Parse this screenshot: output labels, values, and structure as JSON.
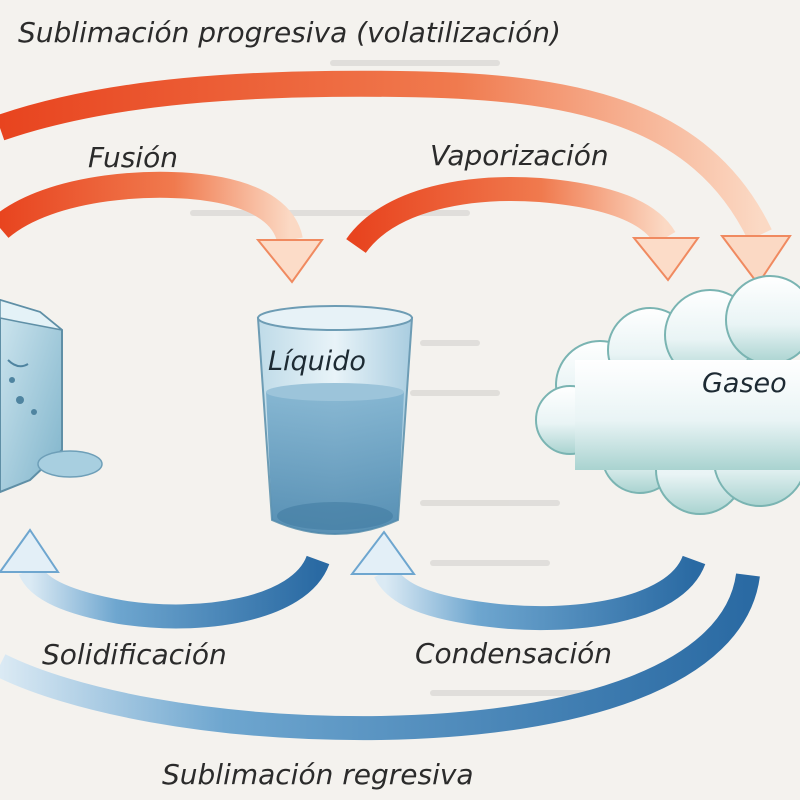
{
  "labels": {
    "sublimation_progressive": "Sublimación progresiva (volatilización)",
    "fusion": "Fusión",
    "vaporization": "Vaporización",
    "liquid": "Líquido",
    "gaseous": "Gaseo",
    "solidification": "Solidificación",
    "condensation": "Condensación",
    "sublimation_regressive": "Sublimación regresiva"
  },
  "colors": {
    "heating_arrow": "#e8502a",
    "cooling_arrow": "#2f6fa8",
    "water": "#5a93b8",
    "ice": "#b9dbe8",
    "cloud": "#e6f2f4"
  }
}
